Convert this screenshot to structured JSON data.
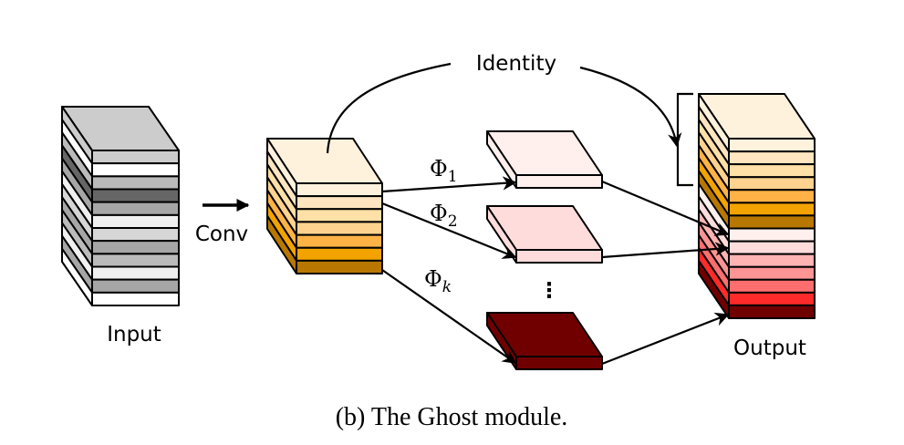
{
  "caption": "(b)  The Ghost module.",
  "labels": {
    "input": "Input",
    "conv": "Conv",
    "identity": "Identity",
    "output": "Output",
    "ellipsis": "⋮"
  },
  "phi": [
    {
      "symbol": "Φ",
      "subscript": "1"
    },
    {
      "symbol": "Φ",
      "subscript": "2"
    },
    {
      "symbol": "Φ",
      "subscript": "k",
      "subscript_italic": true
    }
  ],
  "stacks": {
    "input": {
      "top_color": "#cccccc",
      "layers": [
        "#cccccc",
        "#ffffff",
        "#bbbbbb",
        "#666666",
        "#a6a6a6",
        "#f0f0f0",
        "#d6d6d6",
        "#a6a6a6",
        "#bbbbbb",
        "#f0f0f0",
        "#a6a6a6",
        "#ffffff"
      ]
    },
    "intrinsic": {
      "top_color": "#fff2dd",
      "layers": [
        "#fff2dd",
        "#ffe6c0",
        "#ffe0a6",
        "#ffd38f",
        "#ffb347",
        "#f2a300",
        "#b87800"
      ]
    },
    "ghost_slabs": [
      {
        "name": "phi-1-output",
        "color": "#ffefed"
      },
      {
        "name": "phi-2-output",
        "color": "#ffdcdc"
      },
      {
        "name": "phi-k-output",
        "color": "#700000"
      }
    ],
    "output": {
      "top_color": "#fff2dd",
      "layers": [
        "#fff2dd",
        "#ffe6c0",
        "#ffe0a6",
        "#ffd38f",
        "#ffb347",
        "#f2a300",
        "#b87800",
        "#ffefed",
        "#ffdcdc",
        "#ffb3b3",
        "#ff9494",
        "#ff6e6e",
        "#ff2b2b",
        "#700000"
      ]
    }
  }
}
